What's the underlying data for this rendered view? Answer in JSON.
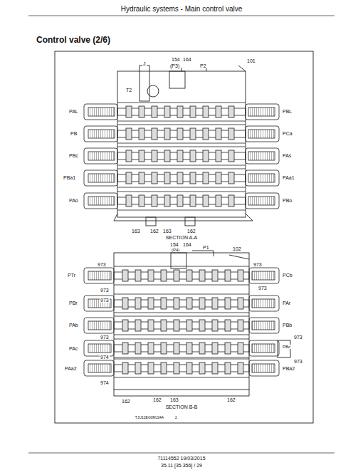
{
  "diagram": {
    "title": "Control valve (2/6)",
    "labels": [
      "Hydraulic systems - Main control valve",
      "J",
      "154",
      "164",
      "(P3)",
      "P2",
      "101",
      "T2",
      "PAL",
      "PBL",
      "PB",
      "PCa",
      "PBc",
      "PAs",
      "PBa1",
      "PAa1",
      "PAo",
      "PBo",
      "163",
      "162",
      "163",
      "162",
      "SECTION A-A",
      "154",
      "(P4)",
      "164",
      "P1",
      "102",
      "973",
      "973",
      "PTr",
      "PCb",
      "973",
      "973",
      "973",
      "PBr",
      "PAr",
      "PAb",
      "PBb",
      "973",
      "PBc",
      "973",
      "PAc",
      "974",
      "PAa2",
      "PBa2",
      "973",
      "974",
      "162",
      "162",
      "163",
      "162",
      "SECTION B-B",
      "TJU12EG0MJ24A",
      "2",
      "71114552 19/03/2015",
      "35.11 [35.356] / 29"
    ]
  }
}
